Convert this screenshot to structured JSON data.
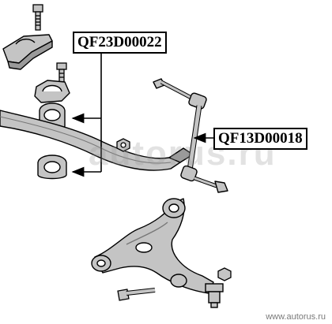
{
  "labels": {
    "stabilizer_bushing": "QF23D00022",
    "stabilizer_link": "QF13D00018"
  },
  "watermark": "autorus.ru",
  "footer_url": "www.autorus.ru",
  "colors": {
    "stroke": "#000000",
    "part_fill": "#c4c4c4",
    "part_shade": "#9a9a9a",
    "background": "#ffffff"
  }
}
